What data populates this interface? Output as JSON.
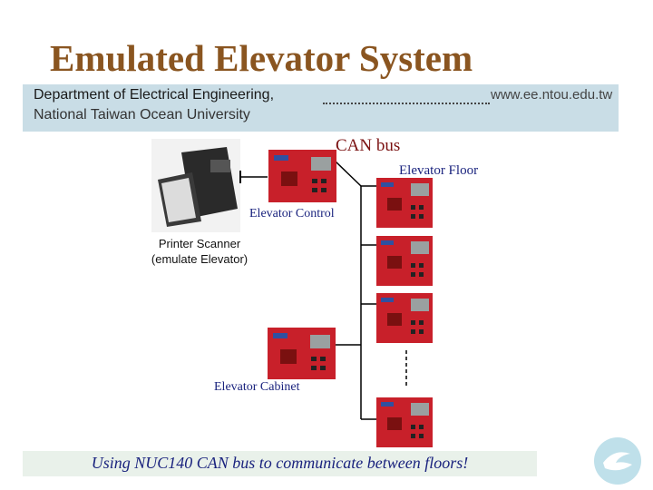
{
  "slide": {
    "title": "Emulated Elevator System",
    "department": "Department of Electrical Engineering,",
    "university": "National Taiwan Ocean University",
    "url": "www.ee.ntou.edu.tw"
  },
  "diagram": {
    "can_bus_label": "CAN bus",
    "elevator_floor_label": "Elevator Floor",
    "elevator_control_label": "Elevator Control",
    "printer_label_line1": "Printer Scanner",
    "printer_label_line2": "(emulate Elevator)",
    "elevator_cabinet_label": "Elevator Cabinet"
  },
  "footer": {
    "text": "Using NUC140 CAN bus to communicate between floors!"
  },
  "colors": {
    "title": "#8a5520",
    "label": "#1a237e",
    "board": "#c8202a",
    "band": "#c9dde6"
  }
}
